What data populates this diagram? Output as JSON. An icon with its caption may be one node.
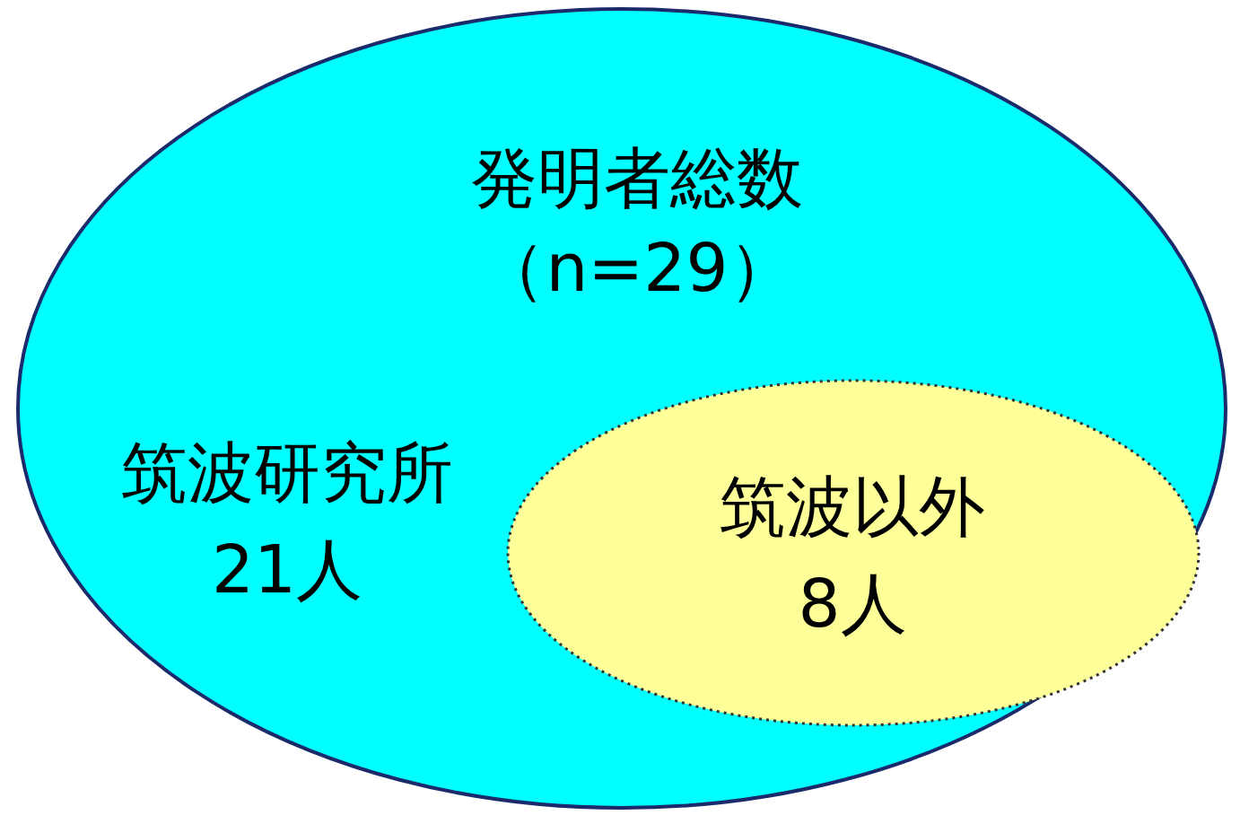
{
  "diagram": {
    "nodes": [
      {
        "text": [
          "発明者総数",
          "（n=29）",
          "筑波研究所",
          "21人"
        ]
      },
      {
        "text": [
          "筑波以外",
          "8人"
        ],
        "in": 0
      }
    ]
  }
}
